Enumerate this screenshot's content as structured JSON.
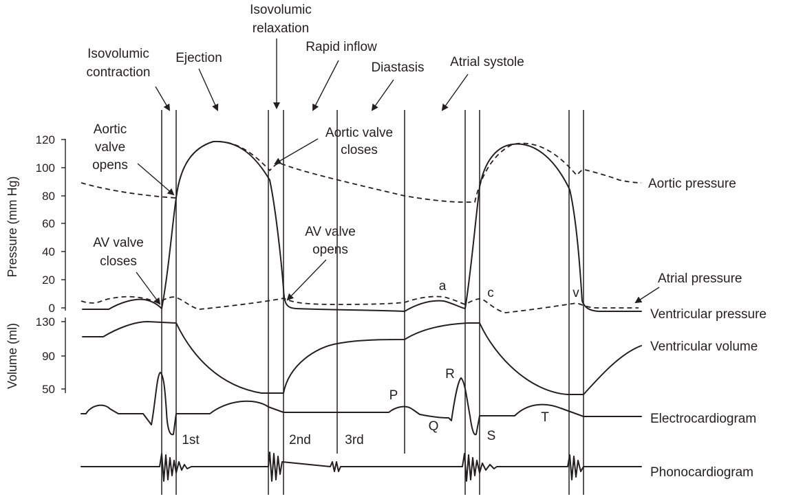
{
  "phases": {
    "isovolumic_relaxation": [
      "Isovolumic",
      "relaxation"
    ],
    "isovolumic_contraction": [
      "Isovolumic",
      "contraction"
    ],
    "ejection": "Ejection",
    "rapid_inflow": "Rapid inflow",
    "diastasis": "Diastasis",
    "atrial_systole": "Atrial systole"
  },
  "annotations": {
    "aortic_valve_opens": [
      "Aortic",
      "valve",
      "opens"
    ],
    "aortic_valve_closes": [
      "Aortic valve",
      "closes"
    ],
    "av_valve_closes": [
      "AV valve",
      "closes"
    ],
    "av_valve_opens": [
      "AV valve",
      "opens"
    ]
  },
  "pressure_axis": {
    "title": "Pressure (mm Hg)",
    "ticks": [
      "120",
      "100",
      "80",
      "60",
      "40",
      "20",
      "0"
    ]
  },
  "volume_axis": {
    "title": "Volume (ml)",
    "ticks": [
      "130",
      "90",
      "50"
    ]
  },
  "wave_labels": {
    "a": "a",
    "c": "c",
    "v": "v",
    "P": "P",
    "Q": "Q",
    "R": "R",
    "S": "S",
    "T": "T"
  },
  "heart_sounds": {
    "first": "1st",
    "second": "2nd",
    "third": "3rd"
  },
  "trace_labels": {
    "aortic_pressure": "Aortic pressure",
    "atrial_pressure": "Atrial pressure",
    "ventricular_pressure": "Ventricular pressure",
    "ventricular_volume": "Ventricular volume",
    "electrocardiogram": "Electrocardiogram",
    "phonocardiogram": "Phonocardiogram"
  }
}
